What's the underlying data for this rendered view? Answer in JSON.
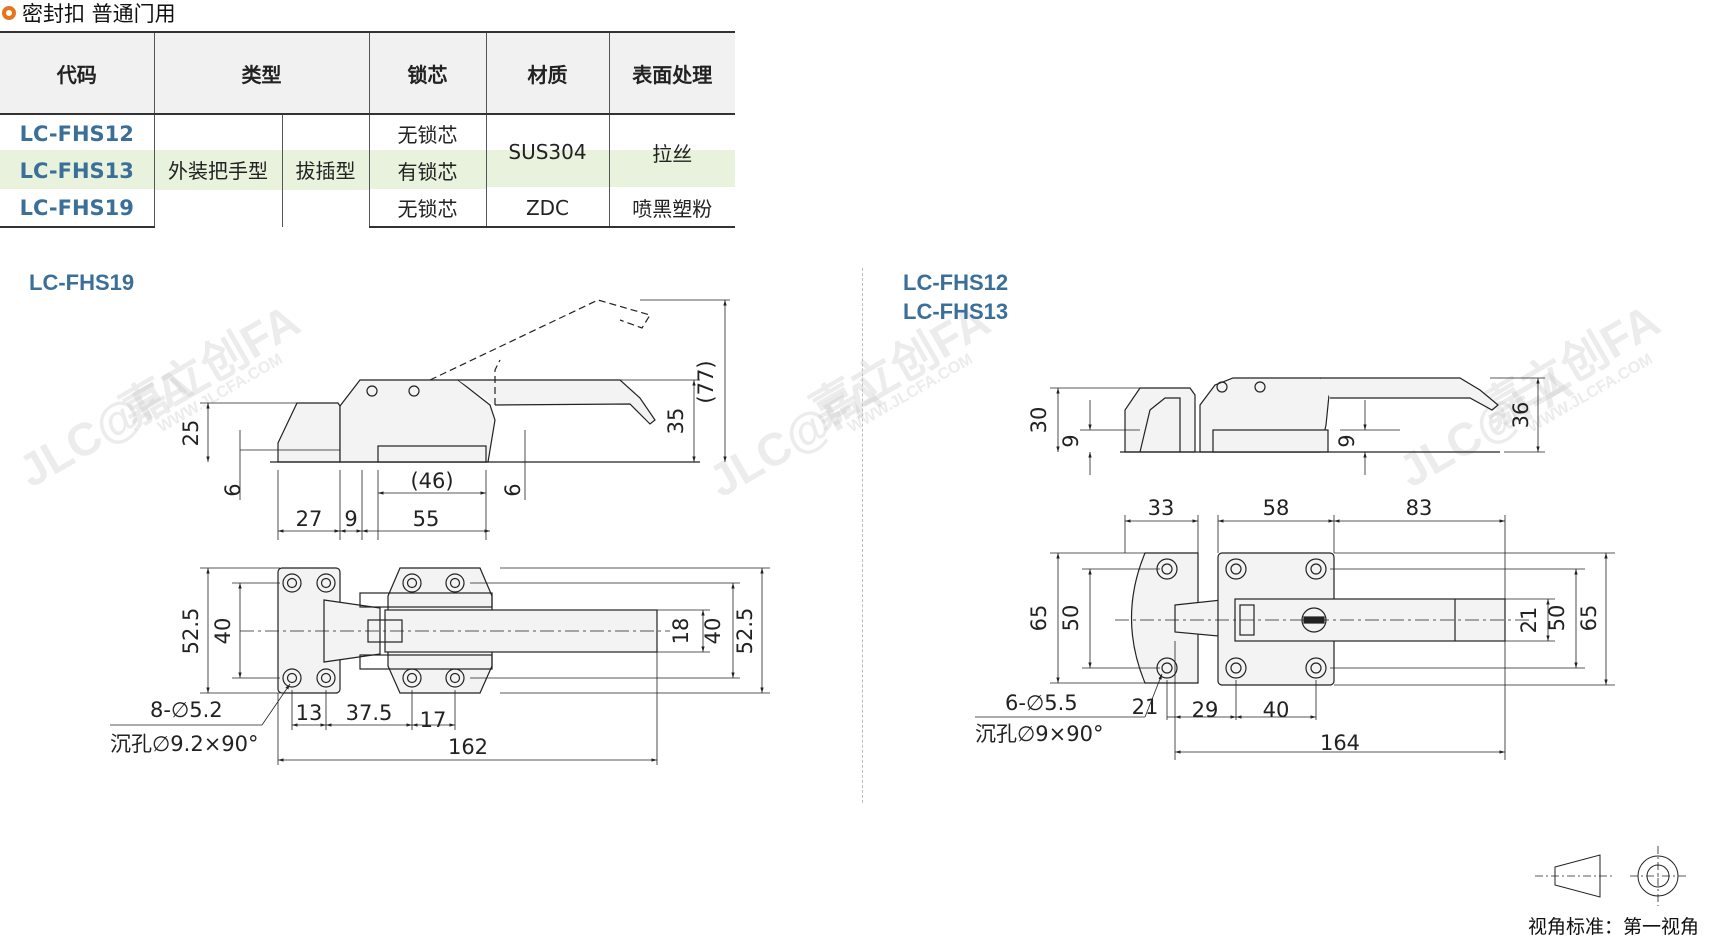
{
  "header": {
    "title": "密封扣 普通门用"
  },
  "table": {
    "headers": [
      "代码",
      "类型",
      "锁芯",
      "材质",
      "表面处理"
    ],
    "rows": [
      {
        "code": "LC-FHS12",
        "lock": "无锁芯"
      },
      {
        "code": "LC-FHS13",
        "lock": "有锁芯"
      },
      {
        "code": "LC-FHS19",
        "lock": "无锁芯"
      }
    ],
    "type_main": "外装把手型",
    "type_sub": "拔插型",
    "material_1": "SUS304",
    "material_2": "ZDC",
    "surface_1": "拉丝",
    "surface_2": "喷黑塑粉"
  },
  "left_drawing": {
    "label": "LC-FHS19",
    "dims": {
      "d77": "(77)",
      "d35": "35",
      "d25": "25",
      "d6a": "6",
      "d6b": "6",
      "d46": "(46)",
      "d27": "27",
      "d9": "9",
      "d55": "55",
      "d52a": "52.5",
      "d40a": "40",
      "d18": "18",
      "d40b": "40",
      "d52b": "52.5",
      "d13": "13",
      "d375": "37.5",
      "d17": "17",
      "d162": "162",
      "hole": "8-∅5.2",
      "csk": "沉孔∅9.2×90°"
    }
  },
  "right_drawing": {
    "label1": "LC-FHS12",
    "label2": "LC-FHS13",
    "dims": {
      "d30": "30",
      "d9a": "9",
      "d9b": "9",
      "d36": "36",
      "d33": "33",
      "d58": "58",
      "d83": "83",
      "d65a": "65",
      "d50a": "50",
      "d21a": "21",
      "d50b": "50",
      "d65b": "65",
      "d21b": "21",
      "d29": "29",
      "d40": "40",
      "d164": "164",
      "hole": "6-∅5.5",
      "csk": "沉孔∅9×90°"
    }
  },
  "watermark": {
    "brand": "嘉立创FA",
    "url": "WWW.JLCFA.COM",
    "logo": "JLC@FA"
  },
  "footer": {
    "projection": "视角标准：第一视角"
  },
  "colors": {
    "accent": "#3a6f99",
    "ring": "#e8731a",
    "highlight": "#e8f2dc"
  }
}
